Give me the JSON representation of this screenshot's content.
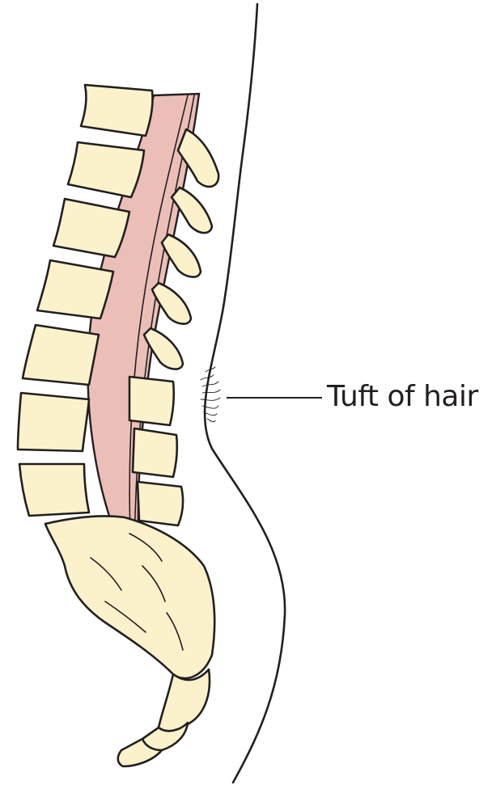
{
  "annotation": {
    "label": "Tuft of hair"
  },
  "colors": {
    "bone": "#fbf2cc",
    "cord": "#ebbfb8",
    "line": "#231f20",
    "background": "#ffffff"
  },
  "elements": [
    "back-skin-outline",
    "lumbar-vertebrae",
    "spinous-processes",
    "spinal-cord",
    "sacrum",
    "coccyx",
    "hair-tuft",
    "leader-line"
  ]
}
